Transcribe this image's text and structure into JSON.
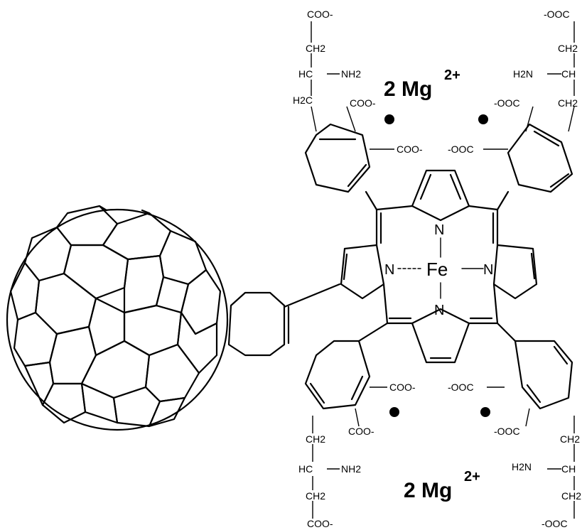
{
  "labels": {
    "coo_minus": "COO-",
    "minus_ooc": "-OOC",
    "ch2": "CH2",
    "h2c": "H2C",
    "hc": "HC",
    "ch": "CH",
    "nh2": "NH2",
    "h2n": "H2N",
    "n": "N",
    "fe": "Fe",
    "mg_count": "2 Mg",
    "mg_charge": "2+"
  },
  "colors": {
    "line": "#000000",
    "background": "#ffffff"
  }
}
